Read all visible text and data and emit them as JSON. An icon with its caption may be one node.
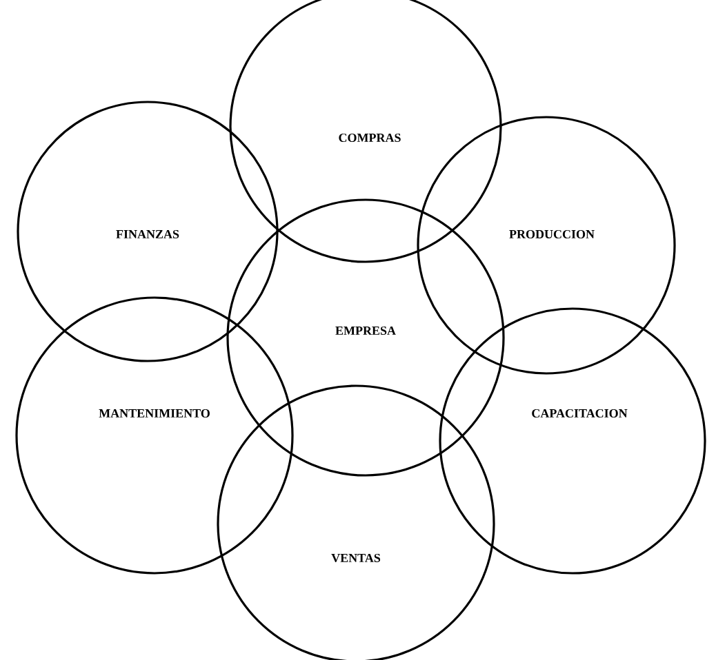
{
  "diagram": {
    "nodes": [
      {
        "text": [
          "COMPRAS"
        ]
      },
      {
        "text": [
          "FINANZAS"
        ]
      },
      {
        "text": [
          "PRODUCCION"
        ]
      },
      {
        "text": [
          "EMPRESA"
        ]
      },
      {
        "text": [
          "MANTENIMIENTO"
        ]
      },
      {
        "text": [
          "CAPACITACION"
        ]
      },
      {
        "text": [
          "VENTAS"
        ]
      }
    ]
  }
}
